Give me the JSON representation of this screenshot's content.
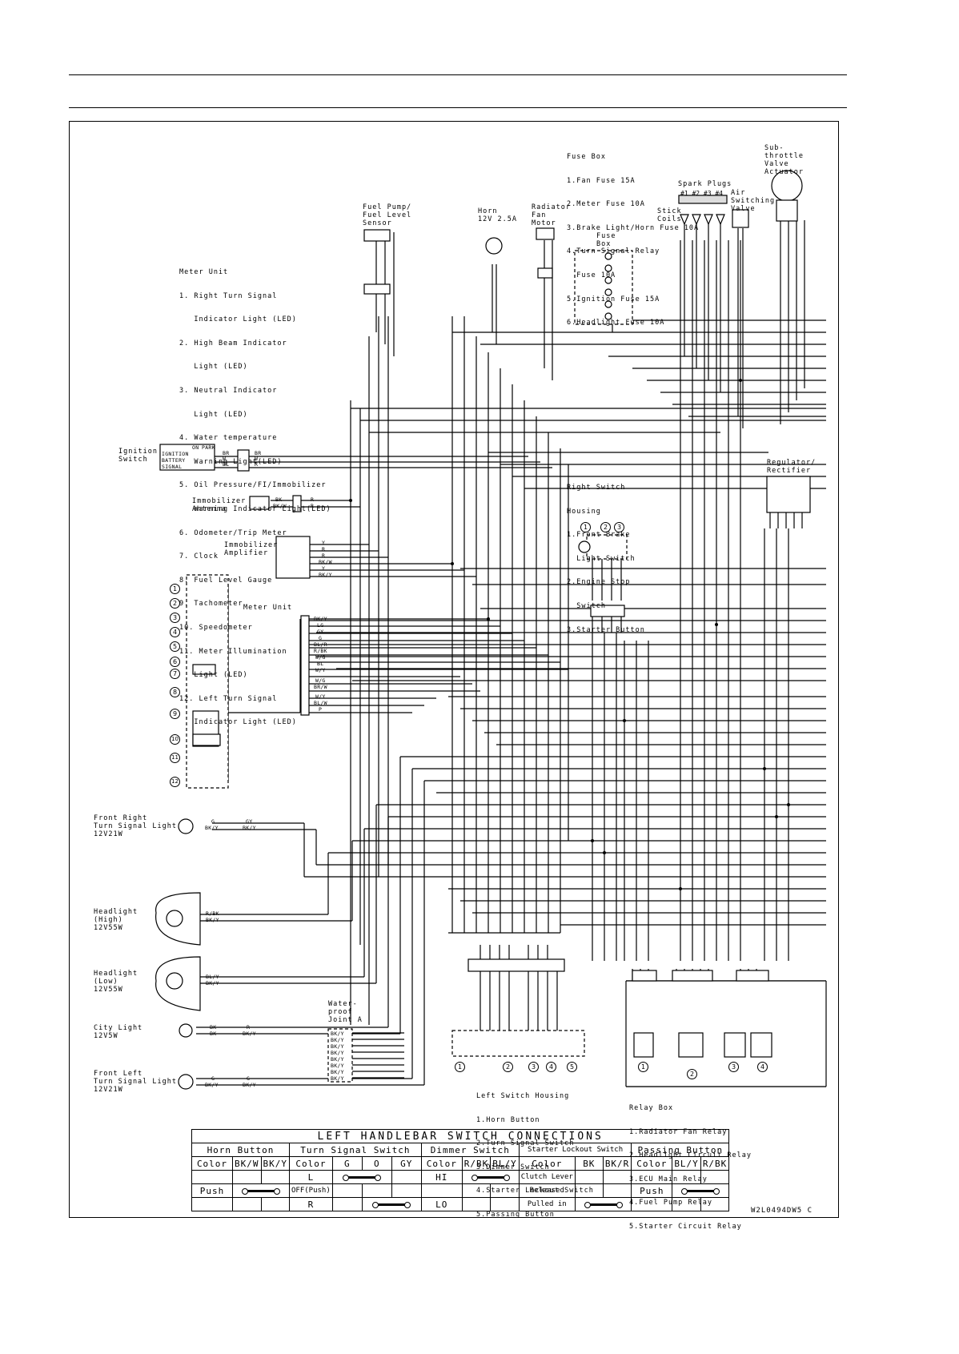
{
  "doc_id": "W2L0494DW5 C",
  "meter_unit_legend": {
    "title": "Meter Unit",
    "items": [
      "1. Right Turn Signal",
      "   Indicator Light (LED)",
      "2. High Beam Indicator",
      "   Light (LED)",
      "3. Neutral Indicator",
      "   Light (LED)",
      "4. Water temperature",
      "   Warning Light(LED)",
      "5. Oil Pressure/FI/Immobilizer",
      "   Warning Indicator Light(LED)",
      "6. Odometer/Trip Meter",
      "7. Clock",
      "8. Fuel Level Gauge",
      "9. Tachometer",
      "10. Speedometer",
      "11. Meter Illumination",
      "   Light (LED)",
      "12. Left Turn Signal",
      "   Indicator Light (LED)"
    ]
  },
  "fuse_box_legend": {
    "title": "Fuse Box",
    "items": [
      "1.Fan Fuse 15A",
      "2.Meter Fuse 10A",
      "3.Brake Light/Horn Fuse 10A",
      "4.Turn Signal Relay",
      "  Fuse 10A",
      "5.Ignition Fuse 15A",
      "6.Headlight Fuse 10A"
    ]
  },
  "right_switch_legend": {
    "title": "Right Switch",
    "items": [
      "Housing",
      "1.Front Brake",
      "  Light Switch",
      "2.Engine Stop",
      "  Switch",
      "3.Starter Button"
    ]
  },
  "left_switch_legend": {
    "title": "Left Switch Housing",
    "items": [
      "1.Horn Button",
      "2.Turn Signal Switch",
      "3.Dimmer Switch",
      "4.Starter Lockout Switch",
      "5.Passing Button"
    ]
  },
  "relay_box_legend": {
    "title": "Relay Box",
    "items": [
      "1.Radiator Fan Relay",
      "2.Headlight Circuit Relay",
      "3.ECU Main Relay",
      "4.Fuel Pump Relay",
      "5.Starter Circuit Relay"
    ]
  },
  "labels": {
    "sub_throttle": "Sub-\nthrottle\nValve\nActuator",
    "spark_plugs": "Spark Plugs",
    "spark_nums": "#1 #2 #3 #4",
    "stick_coils": "Stick\nCoils",
    "air_switching": "Air\nSwitching\nValve",
    "fuse_box": "Fuse\nBox",
    "radiator_fan": "Radiator\nFan\nMotor",
    "horn": "Horn\n12V 2.5A",
    "fuel_pump": "Fuel Pump/\nFuel Level\nSensor",
    "ignition_switch": "Ignition\nSwitch",
    "immobilizer_antenna": "Immobilizer\nAntenna",
    "immobilizer_amplifier": "Immobilizer\nAmplifier",
    "meter_unit": "Meter Unit",
    "regulator": "Regulator/\nRectifier",
    "front_right_turn": "Front Right\nTurn Signal Light\n12V21W",
    "headlight_high": "Headlight\n(High)\n12V55W",
    "headlight_low": "Headlight\n(Low)\n12V55W",
    "city_light": "City Light\n12V5W",
    "front_left_turn": "Front Left\nTurn Signal Light\n12V21W",
    "waterproof": "Water-\nproof\nJoint A",
    "ign_rows": [
      "IGNITION",
      "BATTERY",
      "SIGNAL"
    ],
    "ign_cols": [
      "ON",
      "PARK"
    ],
    "wire_colors_ign": [
      "BR",
      "W",
      "BL"
    ],
    "wire_colors_ign_right": [
      "BR",
      "W",
      "R"
    ],
    "immob_ant_colors": [
      "BK",
      "BK/W"
    ],
    "immob_ant_right": [
      "R",
      "R"
    ],
    "amp_colors": [
      "Y",
      "R",
      "R",
      "BK/W",
      "Y",
      "BK/Y"
    ],
    "meter_pins": [
      "BK/Y",
      "LG",
      "GY",
      "G",
      "BL/R",
      "R/BK",
      "W/G",
      "BL",
      "W/Y",
      "W/G",
      "BR/W",
      "W/Y",
      "BL/W",
      "P"
    ],
    "frt_colors": [
      "G",
      "BK/Y"
    ],
    "frt_right": [
      "GY",
      "BK/Y"
    ],
    "hh_colors": [
      "R/BK",
      "BK/Y"
    ],
    "hl_colors": [
      "BL/Y",
      "BK/Y"
    ],
    "city_colors": [
      "BK",
      "BK"
    ],
    "city_right": [
      "R",
      "BK/Y"
    ],
    "flt_colors": [
      "G",
      "BK/Y"
    ],
    "flt_right": [
      "G",
      "BK/Y"
    ],
    "wp_pins": [
      "BK/Y",
      "BK/Y",
      "BK/Y",
      "BK/Y",
      "BK/Y",
      "BK/Y",
      "BK/Y",
      "BK/Y"
    ],
    "numbers": [
      "1",
      "2",
      "3",
      "4",
      "5",
      "6",
      "7",
      "8",
      "9",
      "10",
      "11",
      "12"
    ],
    "small_circles": [
      "1",
      "2",
      "3",
      "4",
      "5"
    ]
  },
  "table": {
    "title": "LEFT HANDLEBAR SWITCH CONNECTIONS",
    "groups": [
      "Horn Button",
      "Turn Signal Switch",
      "Dimmer Switch",
      "Starter Lockout Switch",
      "Passing Button"
    ],
    "header_row": [
      "Color",
      "BK/W",
      "BK/Y",
      "Color",
      "G",
      "O",
      "GY",
      "Color",
      "R/BK",
      "BL/Y",
      "Color",
      "BK",
      "BK/R",
      "Color",
      "BL/Y",
      "R/BK"
    ],
    "rows": [
      [
        "",
        "",
        "",
        "L",
        "",
        "",
        "",
        "HI",
        "",
        "",
        "Clutch Lever",
        "",
        "",
        "",
        "",
        ""
      ],
      [
        "Push",
        "",
        "",
        "OFF(Push)",
        "",
        "",
        "",
        "",
        "",
        "",
        "Released",
        "",
        "",
        "Push",
        "",
        ""
      ],
      [
        "",
        "",
        "",
        "R",
        "",
        "",
        "",
        "LO",
        "",
        "",
        "Pulled in",
        "",
        "",
        "",
        "",
        ""
      ]
    ]
  }
}
